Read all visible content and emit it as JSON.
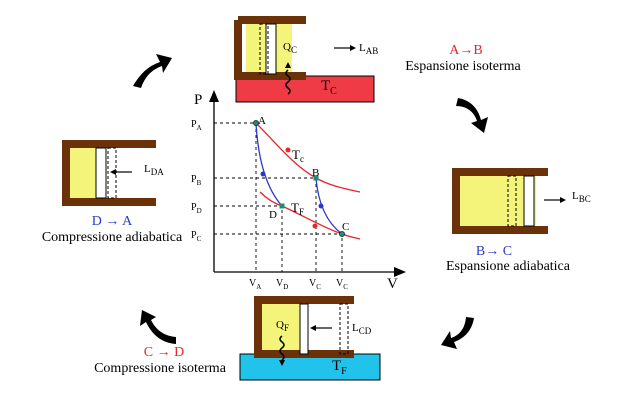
{
  "top": {
    "q_label": "Q",
    "q_sub": "C",
    "l_label": "L",
    "l_sub": "AB",
    "t_label": "T",
    "t_sub": "C",
    "transition": "A→B",
    "caption": "Espansione isoterma"
  },
  "right": {
    "l_label": "L",
    "l_sub": "BC",
    "transition": "B→ C",
    "caption": "Espansione adiabatica"
  },
  "bottom": {
    "q_label": "Q",
    "q_sub": "F",
    "l_label": "L",
    "l_sub": "CD",
    "t_label": "T",
    "t_sub": "F",
    "transition": "C → D",
    "caption": "Compressione isoterma"
  },
  "left": {
    "l_label": "L",
    "l_sub": "DA",
    "transition": "D → A",
    "caption": "Compressione adiabatica"
  },
  "graph": {
    "p_axis": "P",
    "v_axis": "V",
    "points": {
      "a": "A",
      "b": "B",
      "c": "C",
      "d": "D"
    },
    "tc": "T",
    "tc_sub": "c",
    "tf": "T",
    "tf_sub": "F",
    "p_ticks": [
      {
        "base": "P",
        "sub": "A"
      },
      {
        "base": "P",
        "sub": "B"
      },
      {
        "base": "P",
        "sub": "D"
      },
      {
        "base": "P",
        "sub": "C"
      }
    ],
    "v_ticks": [
      {
        "base": "V",
        "sub": "A"
      },
      {
        "base": "V",
        "sub": "D"
      },
      {
        "base": "V",
        "sub": "C"
      },
      {
        "base": "V",
        "sub": "C"
      }
    ]
  },
  "colors": {
    "hot": "#ef3b46",
    "cold": "#22c3ea",
    "gas": "#f4f47a",
    "wall": "#6b3209",
    "isotherm": "#e8262b",
    "adiabat": "#2a39c8",
    "text_red": "#e8262b",
    "text_blue": "#2a39c8"
  }
}
